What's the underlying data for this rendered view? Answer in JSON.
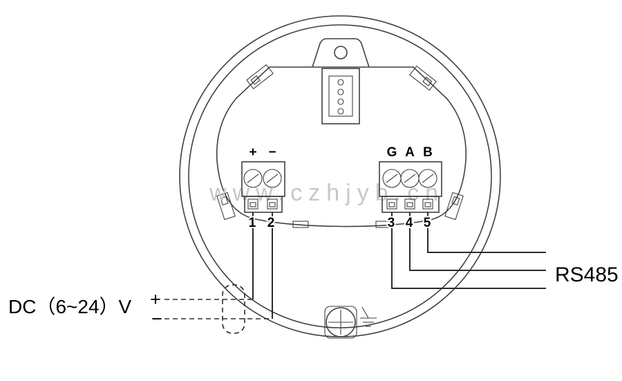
{
  "watermark": "www.czhjyb.cn",
  "terminals": {
    "left": {
      "polarity": [
        "+",
        "−"
      ],
      "numbers": [
        "1",
        "2"
      ]
    },
    "right": {
      "labels": [
        "G",
        "A",
        "B"
      ],
      "numbers": [
        "3",
        "4",
        "5"
      ]
    }
  },
  "annotations": {
    "power": "DC（6~24）V",
    "power_plus": "+",
    "power_minus": "−",
    "rs485": "RS485"
  },
  "colors": {
    "line": "#3f3f3f",
    "wire": "#2b2b2b",
    "watermark": "#c8c8c8",
    "background": "#ffffff"
  }
}
